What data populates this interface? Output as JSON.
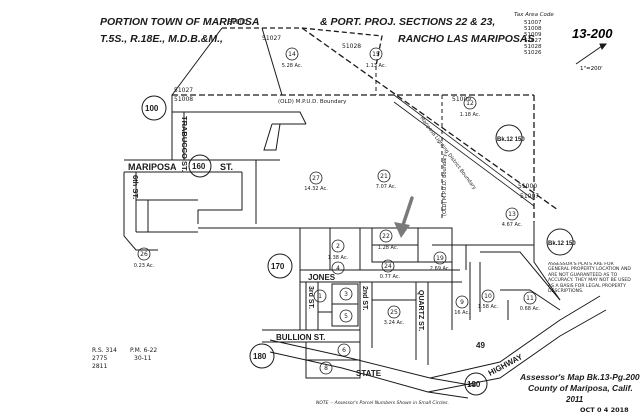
{
  "title": {
    "line1_left": "PORTION TOWN OF MARIPOSA",
    "line1_right": "& PORT. PROJ. SECTIONS 22 & 23,",
    "line2_left": "T.5S., R.18E., M.D.B.&M.,",
    "line2_right": "RANCHO LAS MARIPOSAS"
  },
  "tax_area": {
    "heading": "Tax Area Code",
    "codes": [
      "51007",
      "51008",
      "51009",
      "51027",
      "51028",
      "51026"
    ]
  },
  "book_page": "13-200",
  "scale_note": "1\"=200'",
  "map_tax_codes": [
    "51000",
    "51028",
    "51027",
    "51027",
    "51008",
    "51009",
    "51000",
    "51007"
  ],
  "road_labels": {
    "mariposa_st": "MARIPOSA",
    "st_suffix": "ST.",
    "trabucco_st": "TRABUCCO ST.",
    "sixth_st": "6th ST.",
    "jones": "JONES",
    "third_st": "3rd ST.",
    "second_st": "2nd ST.",
    "quartz_st": "QUARTZ ST.",
    "bullion_st": "BULLION ST.",
    "state": "STATE",
    "highway": "HIGHWAY"
  },
  "boundary_labels": {
    "mpud_north": "(OLD) M.P.U.D. Boundary",
    "mpud_east": "(OLD) M.P.U.D. Boundary",
    "lighting": "Mariposa Lighting District Boundary"
  },
  "route_numbers": {
    "hwy": "49"
  },
  "adjacent_books": [
    {
      "id": "100",
      "label": "100"
    },
    {
      "id": "160",
      "label": "160"
    },
    {
      "id": "170",
      "label": "170"
    },
    {
      "id": "180",
      "label": "180"
    },
    {
      "id": "190",
      "label": "190"
    },
    {
      "id": "bk12-150-top",
      "label": "Bk.12 150"
    },
    {
      "id": "bk12-150-right",
      "label": "Bk.12 150"
    }
  ],
  "parcels": [
    {
      "num": "14",
      "area": "5.28 Ac."
    },
    {
      "num": "15",
      "area": "1.13 Ac."
    },
    {
      "num": "12",
      "area": "1.18 Ac."
    },
    {
      "num": "21",
      "area": "7.07 Ac."
    },
    {
      "num": "27",
      "area": "14.32 Ac."
    },
    {
      "num": "26",
      "area": "0.23 Ac."
    },
    {
      "num": "2",
      "area": "1.38 Ac."
    },
    {
      "num": "22",
      "area": "1.28 Ac."
    },
    {
      "num": "19",
      "area": "2.69 Ac."
    },
    {
      "num": "13",
      "area": "4.67 Ac."
    },
    {
      "num": "24",
      "area": "0.77 Ac."
    },
    {
      "num": "25",
      "area": "3.24 Ac."
    },
    {
      "num": "10",
      "area": "1.58 Ac."
    },
    {
      "num": "11",
      "area": "0.68 Ac."
    },
    {
      "num": "9",
      "area": "16 Ac."
    },
    {
      "num": "1",
      "area": ""
    },
    {
      "num": "3",
      "area": ""
    },
    {
      "num": "4",
      "area": ""
    },
    {
      "num": "5",
      "area": ""
    },
    {
      "num": "6",
      "area": ""
    },
    {
      "num": "8",
      "area": ""
    }
  ],
  "assessor_note": "ASSESSOR'S PLATS ARE FOR GENERAL PROPERTY LOCATION AND ARE NOT GUARANTEED AS TO ACCURACY. THEY MAY NOT BE USED AS A BASIS FOR LEGAL PROPERTY DESCRIPTIONS.",
  "references": {
    "rs": "R.S. 314",
    "pm": "P.M. 6-22",
    "line2_a": "2775",
    "line2_b": "30-11",
    "line3": "2811"
  },
  "footer": {
    "line1": "Assessor's Map Bk.13-Pg.200",
    "line2": "County of Mariposa, Calif.",
    "year": "2011",
    "stamp": "OCT 0 4 2018",
    "note": "NOTE -- Assessor's Parcel Numbers Shown in Small Circles."
  },
  "colors": {
    "ink": "#1a1a1a",
    "pointer": "#7a7a7a"
  }
}
